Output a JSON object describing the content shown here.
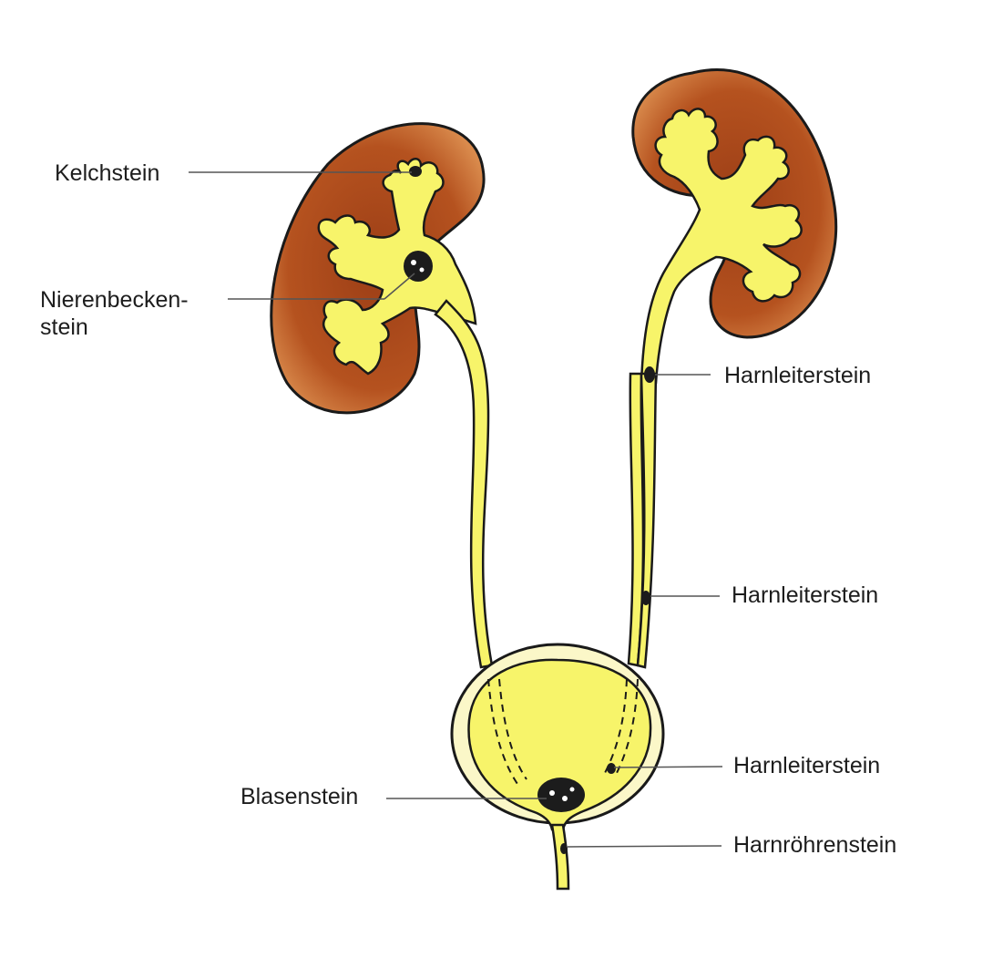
{
  "labels": {
    "kelchstein": "Kelchstein",
    "nierenbeckenstein_line1": "Nierenbecken-",
    "nierenbeckenstein_line2": "stein",
    "harnleiterstein_upper": "Harnleiterstein",
    "harnleiterstein_middle": "Harnleiterstein",
    "harnleiterstein_lower": "Harnleiterstein",
    "blasenstein": "Blasenstein",
    "harnroehrenstein": "Harnröhrenstein"
  },
  "colors": {
    "kidney_cortex": "#b5521f",
    "kidney_edge": "#d9884a",
    "urine_yellow": "#f7f46a",
    "bladder_wall": "#fbf7c8",
    "outline": "#1a1a1a",
    "stone": "#1c1c1c",
    "leader_line": "#555555"
  }
}
